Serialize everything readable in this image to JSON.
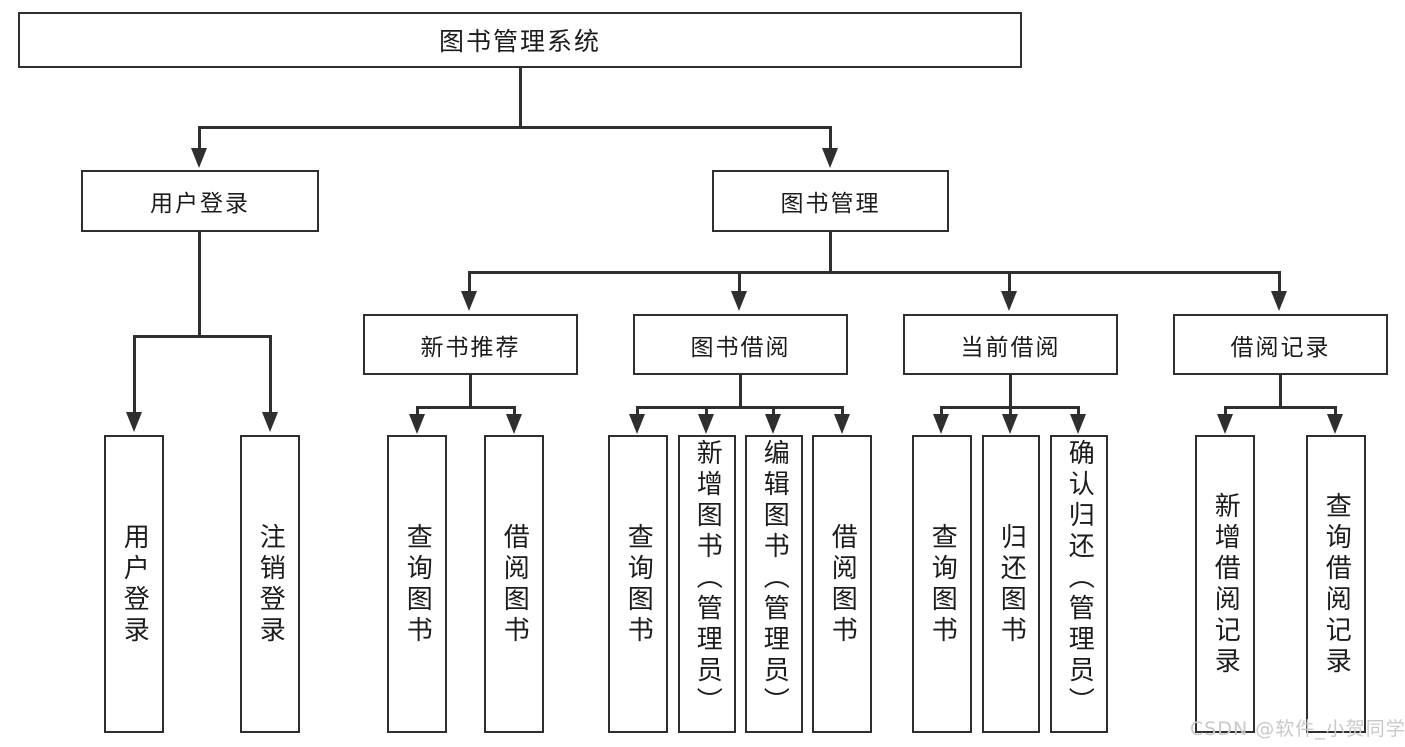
{
  "diagram": {
    "title": "图书管理系统",
    "type": "tree-hierarchy",
    "watermark": "CSDN @软件_小贺同学",
    "colors": {
      "stroke": "#2f2f2f",
      "fill": "#ffffff",
      "text": "#1c1c1c",
      "watermark": "#c9c9c9"
    }
  },
  "nodes": {
    "root": {
      "label": "图书管理系统"
    },
    "level2": [
      {
        "id": "user-login",
        "label": "用户登录"
      },
      {
        "id": "book-manage",
        "label": "图书管理"
      }
    ],
    "level3": [
      {
        "id": "new-book-recommend",
        "label": "新书推荐"
      },
      {
        "id": "book-borrow",
        "label": "图书借阅"
      },
      {
        "id": "current-borrow",
        "label": "当前借阅"
      },
      {
        "id": "borrow-record",
        "label": "借阅记录"
      }
    ],
    "leaves": {
      "user_login": [
        {
          "id": "leaf-user-login",
          "label": "用户登录"
        },
        {
          "id": "leaf-logout-login",
          "label": "注销登录"
        }
      ],
      "new_book_recommend": [
        {
          "id": "leaf-query-book-1",
          "label": "查询图书"
        },
        {
          "id": "leaf-borrow-book-1",
          "label": "借阅图书"
        }
      ],
      "book_borrow": [
        {
          "id": "leaf-query-book-2",
          "label": "查询图书"
        },
        {
          "id": "leaf-add-book",
          "label": "新增图书（管理员）"
        },
        {
          "id": "leaf-edit-book",
          "label": "编辑图书（管理员）"
        },
        {
          "id": "leaf-borrow-book-2",
          "label": "借阅图书"
        }
      ],
      "current_borrow": [
        {
          "id": "leaf-query-book-3",
          "label": "查询图书"
        },
        {
          "id": "leaf-return-book",
          "label": "归还图书"
        },
        {
          "id": "leaf-confirm-return",
          "label": "确认归还（管理员）"
        }
      ],
      "borrow_record": [
        {
          "id": "leaf-add-borrow-record",
          "label": "新增借阅记录"
        },
        {
          "id": "leaf-query-borrow-record",
          "label": "查询借阅记录"
        }
      ]
    }
  }
}
